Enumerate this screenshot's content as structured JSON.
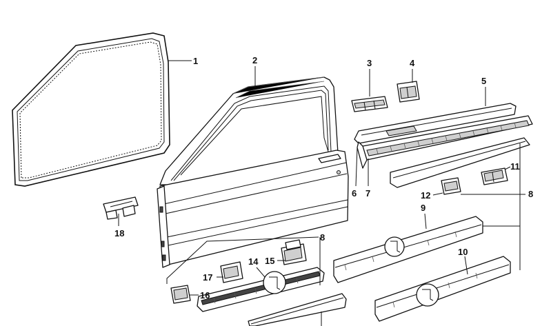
{
  "diagram": {
    "labels": {
      "l1": "1",
      "l2": "2",
      "l3": "3",
      "l4": "4",
      "l5": "5",
      "l6": "6",
      "l7": "7",
      "l8a": "8",
      "l8b": "8",
      "l9": "9",
      "l10": "10",
      "l11": "11",
      "l12": "12",
      "l14": "14",
      "l15": "15",
      "l16": "16",
      "l17": "17",
      "l18": "18"
    }
  }
}
